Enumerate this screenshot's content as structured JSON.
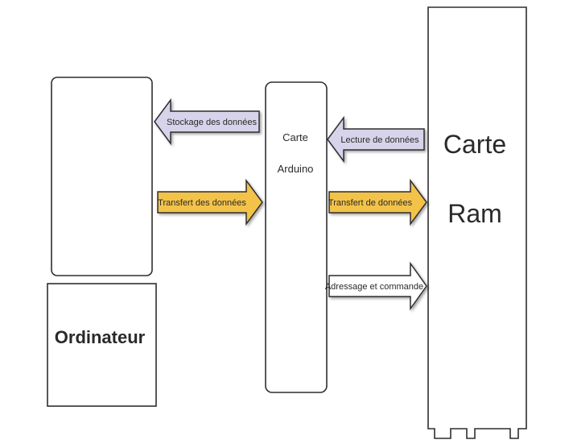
{
  "nodes": {
    "computer_label": "Ordinateur",
    "arduino_line1": "Carte",
    "arduino_line2": "Arduino",
    "ram_line1": "Carte",
    "ram_line2": "Ram"
  },
  "arrows": {
    "storage": "Stockage des données",
    "transfer_to_pc": "Transfert des données",
    "read_data": "Lecture de données",
    "transfer_from_ram": "Transfert de données",
    "address_command": "Adressage et commande"
  },
  "colors": {
    "arrow_lavender": "#d7d3ea",
    "arrow_gold": "#f3c349",
    "arrow_white": "#ffffff",
    "outline": "#2e2e2e"
  }
}
